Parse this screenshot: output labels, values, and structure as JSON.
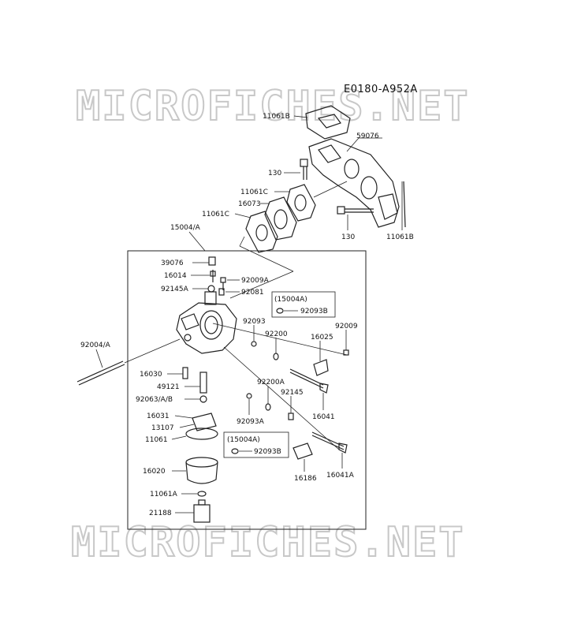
{
  "diagram_code": "E0180-A952A",
  "watermark": "MICROFICHES.NET",
  "parts": {
    "p11061B_top": "11061B",
    "p59076": "59076",
    "p130_left": "130",
    "p11061C_a": "11061C",
    "p16073": "16073",
    "p11061C_b": "11061C",
    "p130_right": "130",
    "p11061B_right": "11061B",
    "p15004A": "15004/A",
    "p39076": "39076",
    "p16014": "16014",
    "p92009A": "92009A",
    "p92145A": "92145A",
    "p92081": "92081",
    "p92093": "92093",
    "p92200": "92200",
    "p16025": "16025",
    "p92009": "92009",
    "p92004A": "92004/A",
    "p16030": "16030",
    "p49121": "49121",
    "p92063AB": "92063/A/B",
    "p92200A": "92200A",
    "p92145": "92145",
    "p16041": "16041",
    "p16031": "16031",
    "p13107": "13107",
    "p11061": "11061",
    "p92093A": "92093A",
    "p16020": "16020",
    "p16186": "16186",
    "p16041A": "16041A",
    "p11061A": "11061A",
    "p21188": "21188"
  },
  "inset1": {
    "header": "(15004A)",
    "part": "92093B"
  },
  "inset2": {
    "header": "(15004A)",
    "part": "92093B"
  }
}
